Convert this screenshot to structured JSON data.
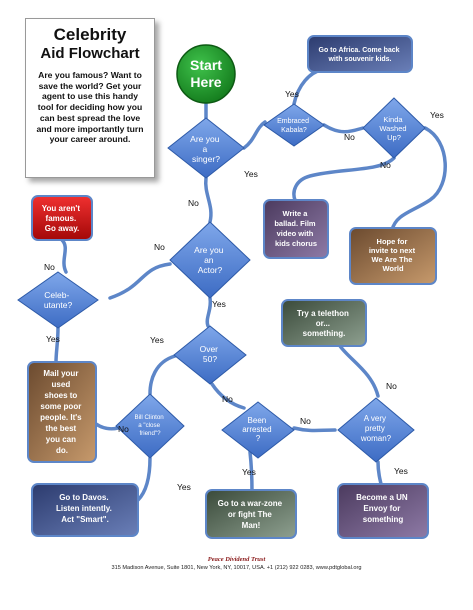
{
  "title": {
    "line1": "Celebrity",
    "line2": "Aid Flowchart",
    "description": "Are you famous? Want to save the world? Get your agent to use this handy tool for deciding how you can best spread the love and more importantly turn your career around."
  },
  "start": {
    "label1": "Start",
    "label2": "Here"
  },
  "decisions": {
    "singer": {
      "lines": [
        "Are you",
        "a",
        "singer?"
      ]
    },
    "kabala": {
      "lines": [
        "Embraced",
        "Kabala?"
      ]
    },
    "washed": {
      "lines": [
        "Kinda",
        "Washed",
        "Up?"
      ]
    },
    "actor": {
      "lines": [
        "Are you",
        "an",
        "Actor?"
      ]
    },
    "celebutante": {
      "lines": [
        "Celeb-",
        "utante?"
      ]
    },
    "over50": {
      "lines": [
        "Over",
        "50?"
      ]
    },
    "clinton": {
      "lines": [
        "Bill Clinton",
        "a \"close",
        "friend\"?"
      ]
    },
    "arrested": {
      "lines": [
        "Been",
        "arrested",
        "?"
      ]
    },
    "pretty": {
      "lines": [
        "A very",
        "pretty",
        "woman?"
      ]
    }
  },
  "outcomes": {
    "africa": {
      "lines": [
        "Go to Africa. Come back",
        "with souvenir kids."
      ]
    },
    "ballad": {
      "lines": [
        "Write a",
        "ballad. Film",
        "video with",
        "kids chorus"
      ]
    },
    "weare": {
      "lines": [
        "Hope for",
        "invite to next",
        "We Are The",
        "World"
      ]
    },
    "notfamous": {
      "lines": [
        "You aren't",
        "famous.",
        "Go away."
      ]
    },
    "telethon": {
      "lines": [
        "Try a telethon",
        "or...",
        "something."
      ]
    },
    "shoes": {
      "lines": [
        "Mail your",
        "used",
        "shoes to",
        "some poor",
        "people. It's",
        "the best",
        "you can",
        "do."
      ]
    },
    "davos": {
      "lines": [
        "Go to Davos.",
        "Listen intently.",
        "Act \"Smart\"."
      ]
    },
    "warzone": {
      "lines": [
        "Go to a war-zone",
        "or fight The",
        "Man!"
      ]
    },
    "unenvoy": {
      "lines": [
        "Become a UN",
        "Envoy for",
        "something"
      ]
    }
  },
  "edges": {
    "singer_yes": "Yes",
    "singer_no": "No",
    "kabala_yes": "Yes",
    "kabala_no": "No",
    "washed_yes": "Yes",
    "washed_no": "No",
    "actor_yes": "Yes",
    "actor_no": "No",
    "celeb_yes": "Yes",
    "celeb_no": "No",
    "over50_yes": "Yes",
    "over50_no": "No",
    "clinton_yes": "Yes",
    "clinton_no": "No",
    "arrested_yes": "Yes",
    "arrested_no": "No",
    "pretty_yes": "Yes",
    "pretty_no": "No"
  },
  "footer": {
    "org": "Peace Dividend Trust",
    "address": "315 Madison Avenue, Suite 1801, New York, NY, 10017, USA. +1 (212) 922 0283, www.pdtglobal.org"
  },
  "colors": {
    "diamond": "#5b8bd8",
    "diamond_stroke": "#2d5aa8",
    "connector": "#5d86c8",
    "start": "#1f9b2a",
    "not_famous": "#cc1111"
  }
}
